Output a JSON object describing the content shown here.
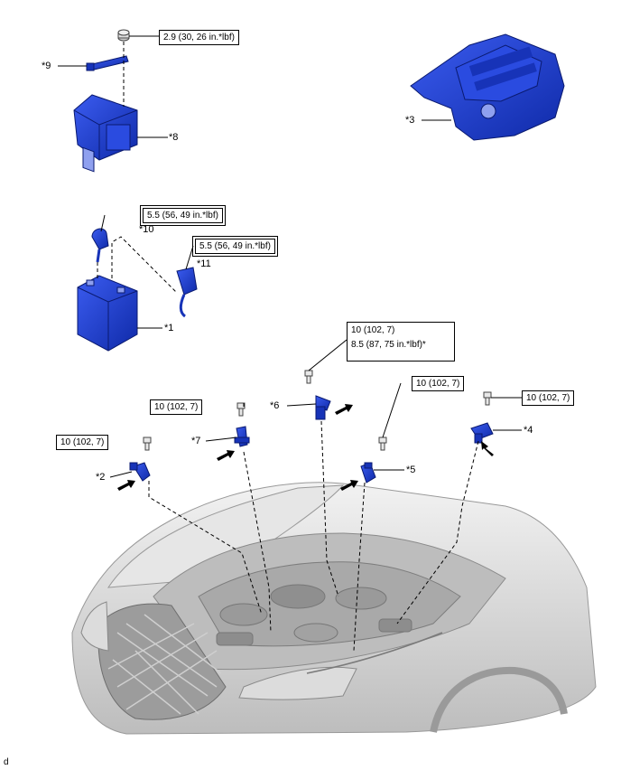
{
  "callouts": {
    "c1": "*1",
    "c2": "*2",
    "c3": "*3",
    "c4": "*4",
    "c5": "*5",
    "c6": "*6",
    "c7": "*7",
    "c8": "*8",
    "c9": "*9",
    "c10": "*10",
    "c11": "*11"
  },
  "torques": {
    "t9": "2.9 (30, 26 in.*lbf)",
    "t10": "5.5 (56, 49 in.*lbf)",
    "t11": "5.5 (56, 49 in.*lbf)",
    "t6_line1": "10 (102, 7)",
    "t6_line2": "8.5 (87, 75 in.*lbf)*",
    "t7": "10 (102, 7)",
    "t5": "10 (102, 7)",
    "t4": "10 (102, 7)",
    "t2": "10 (102, 7)"
  },
  "image_code": "d",
  "colors": {
    "part_blue": "#1f3fd6",
    "part_dark": "#0b1f8a",
    "car_gray": "#cfcfcf"
  }
}
